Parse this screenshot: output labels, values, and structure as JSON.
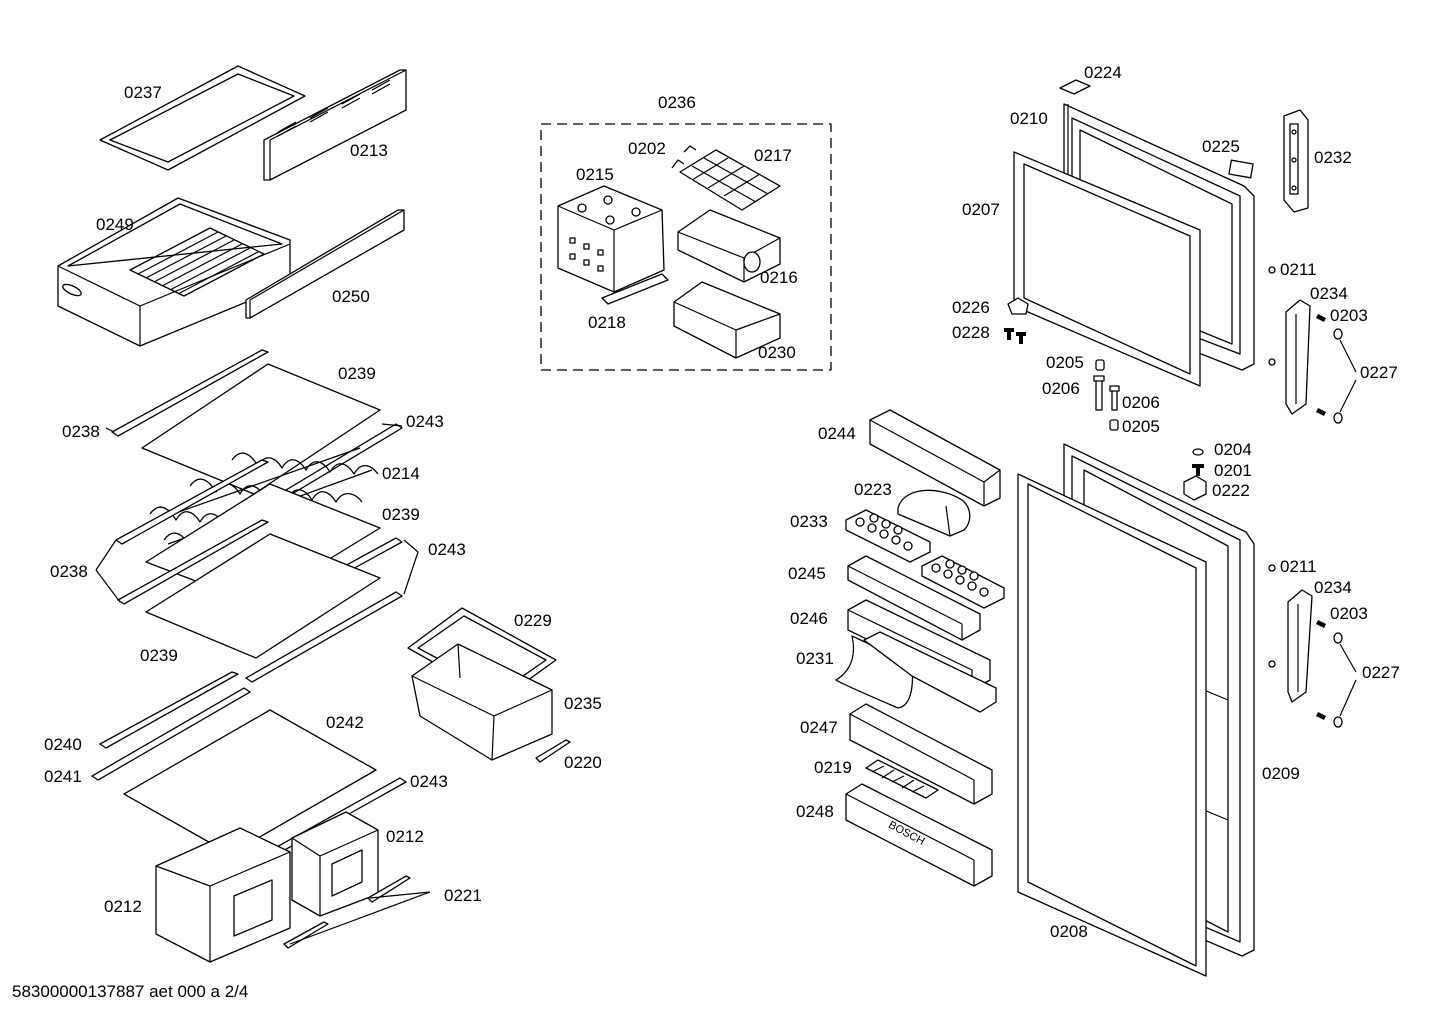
{
  "document_id": "58300000137887 aet 000 a 2/4",
  "part_labels": {
    "p0237": "0237",
    "p0213": "0213",
    "p0249": "0249",
    "p0250": "0250",
    "p0239a": "0239",
    "p0238a": "0238",
    "p0243a": "0243",
    "p0214": "0214",
    "p0239b": "0239",
    "p0238b": "0238",
    "p0243b": "0243",
    "p0239c": "0239",
    "p0229": "0229",
    "p0235": "0235",
    "p0220": "0220",
    "p0240": "0240",
    "p0241": "0241",
    "p0242": "0242",
    "p0243c": "0243",
    "p0212a": "0212",
    "p0212b": "0212",
    "p0221": "0221",
    "p0236": "0236",
    "p0202": "0202",
    "p0217": "0217",
    "p0215": "0215",
    "p0216": "0216",
    "p0218": "0218",
    "p0230": "0230",
    "p0224": "0224",
    "p0210": "0210",
    "p0225": "0225",
    "p0232": "0232",
    "p0207": "0207",
    "p0211a": "0211",
    "p0234a": "0234",
    "p0203a": "0203",
    "p0226": "0226",
    "p0228": "0228",
    "p0227a": "0227",
    "p0205a": "0205",
    "p0206a": "0206",
    "p0206b": "0206",
    "p0205b": "0205",
    "p0244": "0244",
    "p0204": "0204",
    "p0201": "0201",
    "p0222": "0222",
    "p0223": "0223",
    "p0233": "0233",
    "p0211b": "0211",
    "p0234b": "0234",
    "p0245": "0245",
    "p0203b": "0203",
    "p0246": "0246",
    "p0231": "0231",
    "p0227b": "0227",
    "p0247": "0247",
    "p0209": "0209",
    "p0219": "0219",
    "p0248": "0248",
    "p0208": "0208"
  },
  "brand_mark": "BOSCH"
}
